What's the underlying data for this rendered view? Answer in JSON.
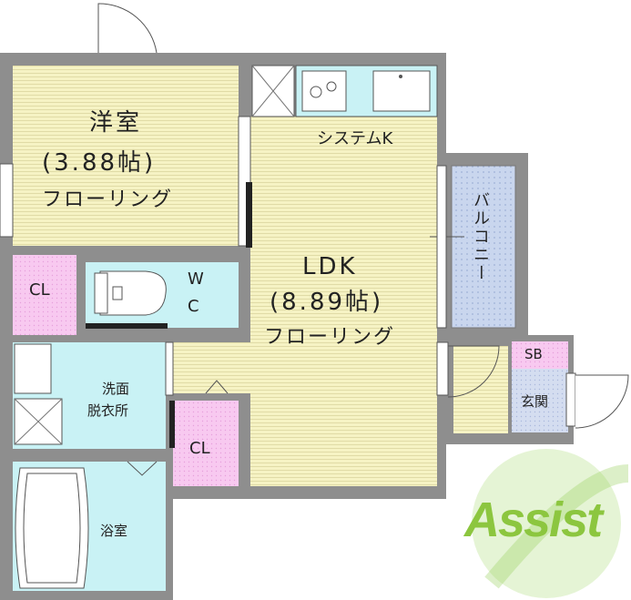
{
  "rooms": {
    "western": {
      "name": "洋室",
      "size": "(3.88帖)",
      "floor": "フローリング"
    },
    "ldk": {
      "name": "LDK",
      "size": "(8.89帖)",
      "floor": "フローリング"
    },
    "kitchen": {
      "name": "システムK"
    },
    "closet_top": {
      "name": "CL"
    },
    "closet_bottom": {
      "name": "CL"
    },
    "wc": {
      "line1": "W",
      "line2": "C"
    },
    "washroom": {
      "line1": "洗面",
      "line2": "脱衣所"
    },
    "bath": {
      "name": "浴室"
    },
    "balcony": {
      "name": "バルコニー"
    },
    "shoebox": {
      "name": "SB"
    },
    "entrance": {
      "name": "玄関"
    }
  },
  "logo": {
    "text": "Assist"
  },
  "colors": {
    "wall": "#8e8e8e",
    "room_floor": "#f5f2c0",
    "stripe": "#ddd8a0",
    "wet_area": "#c9f2f5",
    "closet": "#f7c8f0",
    "balcony": "#c9d4ec",
    "logo_green": "#8cc63f"
  }
}
